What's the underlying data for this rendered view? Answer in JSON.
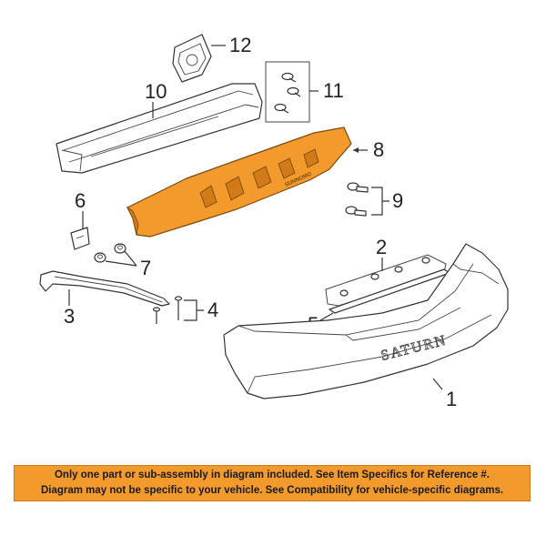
{
  "callouts": {
    "c1": "1",
    "c2": "2",
    "c3": "3",
    "c4": "4",
    "c5": "5",
    "c6": "6",
    "c7": "7",
    "c8": "8",
    "c9": "9",
    "c10": "10",
    "c11": "11",
    "c12": "12"
  },
  "parts": {
    "absorber_brand": "SUNNOMO",
    "fascia_emblem": "SATURN"
  },
  "footer": {
    "line1": "Only one part or sub-assembly in diagram included. See Item Specifics for Reference #.",
    "line2": "Diagram may not be specific to your vehicle. See Compatibility for vehicle-specific diagrams."
  },
  "colors": {
    "highlight": "#f39a2c",
    "banner": "#f39a2c"
  }
}
